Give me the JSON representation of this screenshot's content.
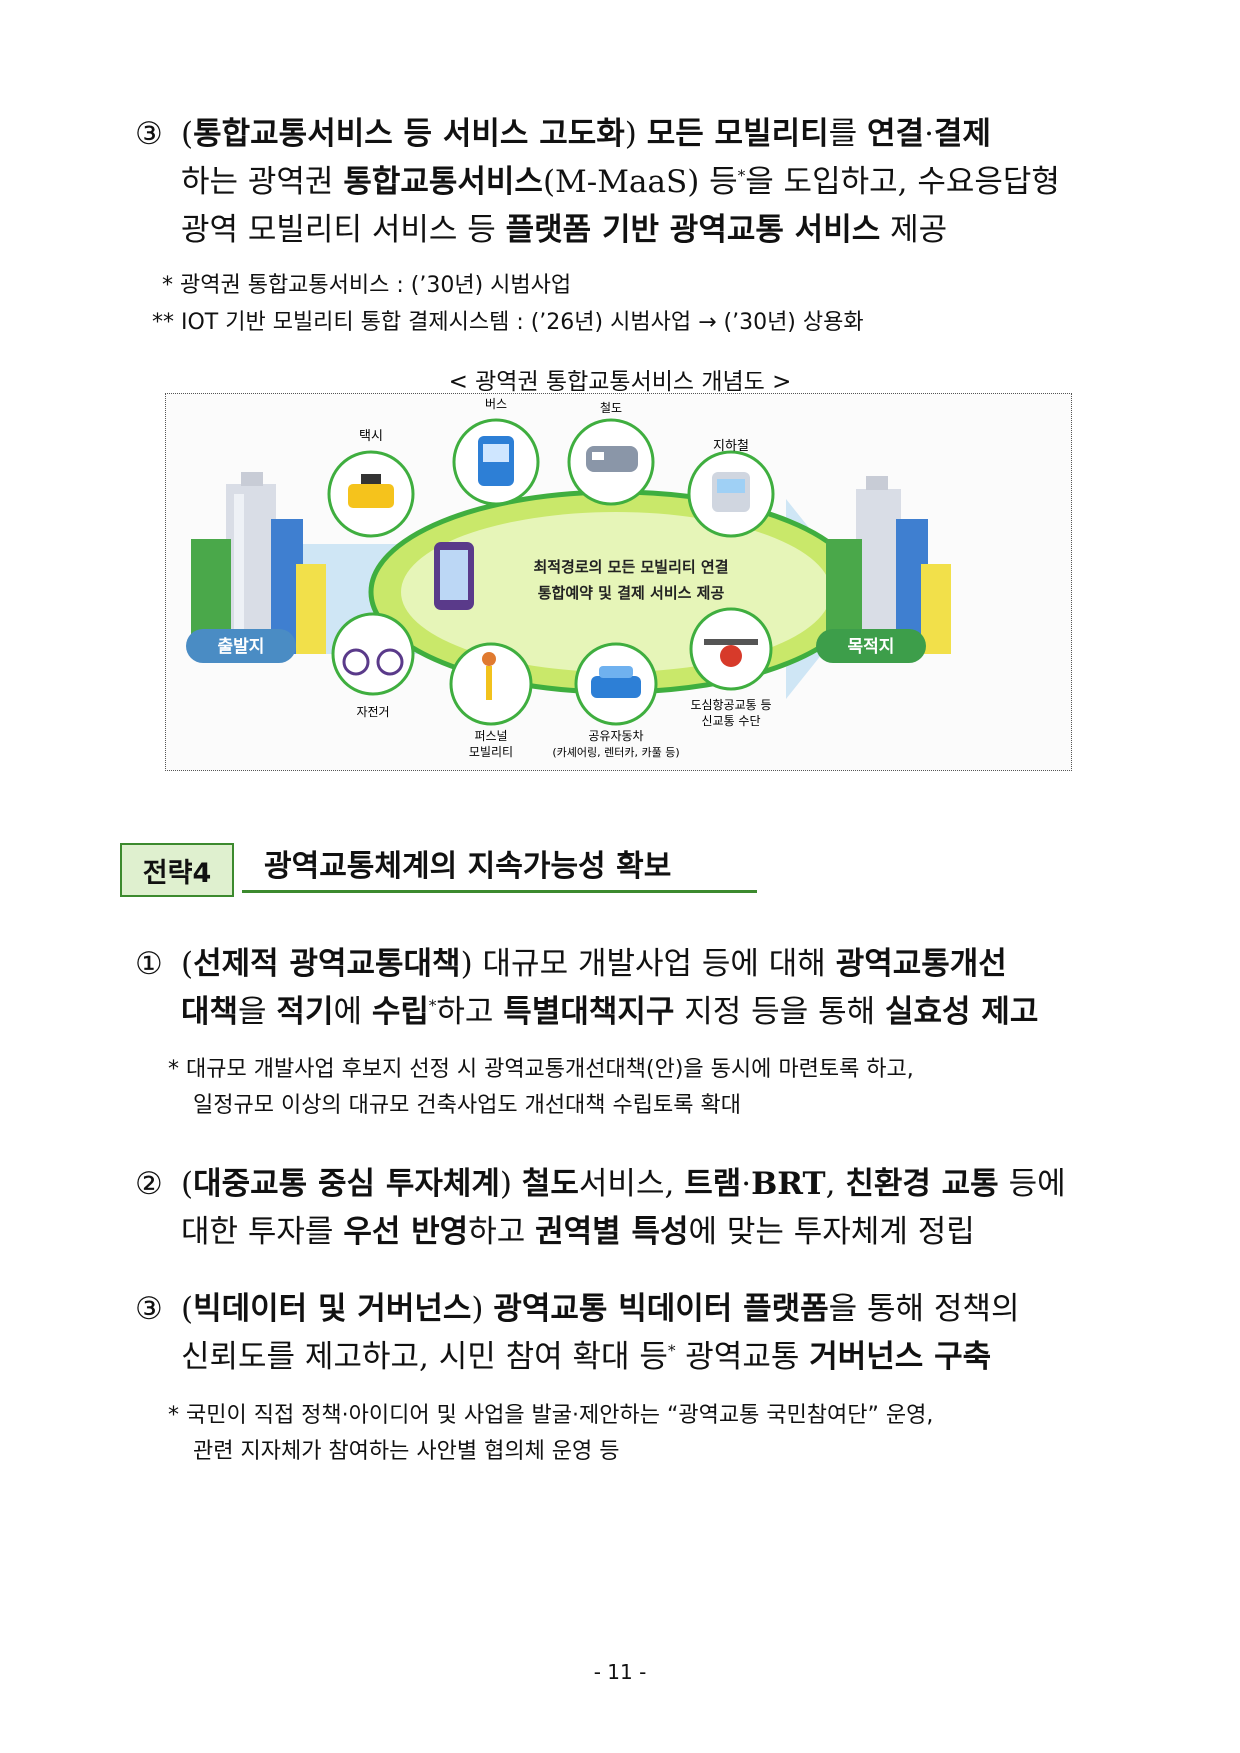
{
  "section3": {
    "marker": "③",
    "line1": [
      {
        "t": "(",
        "b": false
      },
      {
        "t": "통합교통서비스 등 서비스 고도화",
        "b": true
      },
      {
        "t": ") ",
        "b": false
      },
      {
        "t": "모든 모빌리티",
        "b": true
      },
      {
        "t": "를 ",
        "b": false
      },
      {
        "t": "연결",
        "b": true
      },
      {
        "t": "·",
        "b": false
      },
      {
        "t": "결제",
        "b": true
      }
    ],
    "line2": [
      {
        "t": "하는 광역권 ",
        "b": false
      },
      {
        "t": "통합교통서비스",
        "b": true
      },
      {
        "t": "(M-MaaS) 등",
        "b": false
      },
      {
        "t": "*",
        "sup": true
      },
      {
        "t": "을 도입하고, 수요응답형",
        "b": false
      }
    ],
    "line3": [
      {
        "t": "광역 모빌리티 서비스 등 ",
        "b": false
      },
      {
        "t": "플랫폼 기반 광역교통 서비스",
        "b": true
      },
      {
        "t": " 제공",
        "b": false
      }
    ],
    "notes": [
      "* 광역권 통합교통서비스 : (’30년) 시범사업",
      "** IOT 기반 모빌리티 통합 결제시스템 : (’26년) 시범사업 → (’30년) 상용화"
    ]
  },
  "diagram": {
    "caption": "< 광역권 통합교통서비스 개념도 >",
    "center_line1": "최적경로의 모든 모빌리티 연결",
    "center_line2": "통합예약 및 결제 서비스 제공",
    "origin": "출발지",
    "destination": "목적지",
    "labels": {
      "bus": "버스",
      "rail": "철도",
      "taxi": "택시",
      "subway": "지하철",
      "bike": "자전거",
      "personal1": "퍼스널",
      "personal2": "모빌리티",
      "car1": "공유자동차",
      "car2": "(카셰어링, 렌터카, 카풀 등)",
      "uam1": "도심항공교통 등",
      "uam2": "신교통 수단"
    },
    "colors": {
      "accent_green": "#3c8a2e",
      "origin_blue": "#4a8cc4",
      "dest_green": "#3d9e4a",
      "ellipse": "#c9e86a"
    }
  },
  "strategy": {
    "tag": "전략4",
    "title": "광역교통체계의 지속가능성 확보"
  },
  "s1": {
    "marker": "①",
    "line1": [
      {
        "t": "(",
        "b": false
      },
      {
        "t": "선제적 광역교통대책",
        "b": true
      },
      {
        "t": ") 대규모 개발사업 등에 대해 ",
        "b": false
      },
      {
        "t": "광역교통개선",
        "b": true
      }
    ],
    "line2": [
      {
        "t": "대책",
        "b": true
      },
      {
        "t": "을 ",
        "b": false
      },
      {
        "t": "적기",
        "b": true
      },
      {
        "t": "에 ",
        "b": false
      },
      {
        "t": "수립",
        "b": true
      },
      {
        "t": "*",
        "sup": true
      },
      {
        "t": "하고 ",
        "b": false
      },
      {
        "t": "특별대책지구",
        "b": true
      },
      {
        "t": " 지정 등을 통해 ",
        "b": false
      },
      {
        "t": "실효성 제고",
        "b": true
      }
    ],
    "note1": "* 대규모 개발사업 후보지 선정 시 광역교통개선대책(안)을 동시에 마련토록 하고,",
    "note2": "일정규모 이상의 대규모 건축사업도 개선대책 수립토록 확대"
  },
  "s2": {
    "marker": "②",
    "line1": [
      {
        "t": "(",
        "b": false
      },
      {
        "t": "대중교통 중심 투자체계",
        "b": true
      },
      {
        "t": ") ",
        "b": false
      },
      {
        "t": "철도",
        "b": true
      },
      {
        "t": "서비스, ",
        "b": false
      },
      {
        "t": "트램",
        "b": true
      },
      {
        "t": "·",
        "b": false
      },
      {
        "t": "BRT",
        "b": true
      },
      {
        "t": ", ",
        "b": false
      },
      {
        "t": "친환경 교통",
        "b": true
      },
      {
        "t": " 등에",
        "b": false
      }
    ],
    "line2": [
      {
        "t": "대한 투자를 ",
        "b": false
      },
      {
        "t": "우선 반영",
        "b": true
      },
      {
        "t": "하고 ",
        "b": false
      },
      {
        "t": "권역별 특성",
        "b": true
      },
      {
        "t": "에 맞는 투자체계 정립",
        "b": false
      }
    ]
  },
  "s3": {
    "marker": "③",
    "line1": [
      {
        "t": "(",
        "b": false
      },
      {
        "t": "빅데이터 및 거버넌스",
        "b": true
      },
      {
        "t": ") ",
        "b": false
      },
      {
        "t": "광역교통 빅데이터 플랫폼",
        "b": true
      },
      {
        "t": "을 통해 정책의",
        "b": false
      }
    ],
    "line2": [
      {
        "t": "신뢰도를 제고하고, 시민 참여 확대 등",
        "b": false
      },
      {
        "t": "*",
        "sup": true
      },
      {
        "t": " 광역교통 ",
        "b": false
      },
      {
        "t": "거버넌스 구축",
        "b": true
      }
    ],
    "note1": "* 국민이 직접 정책·아이디어 및 사업을 발굴·제안하는 “광역교통 국민참여단” 운영,",
    "note2": "관련 지자체가 참여하는 사안별 협의체 운영 등"
  },
  "page_number": "- 11 -"
}
